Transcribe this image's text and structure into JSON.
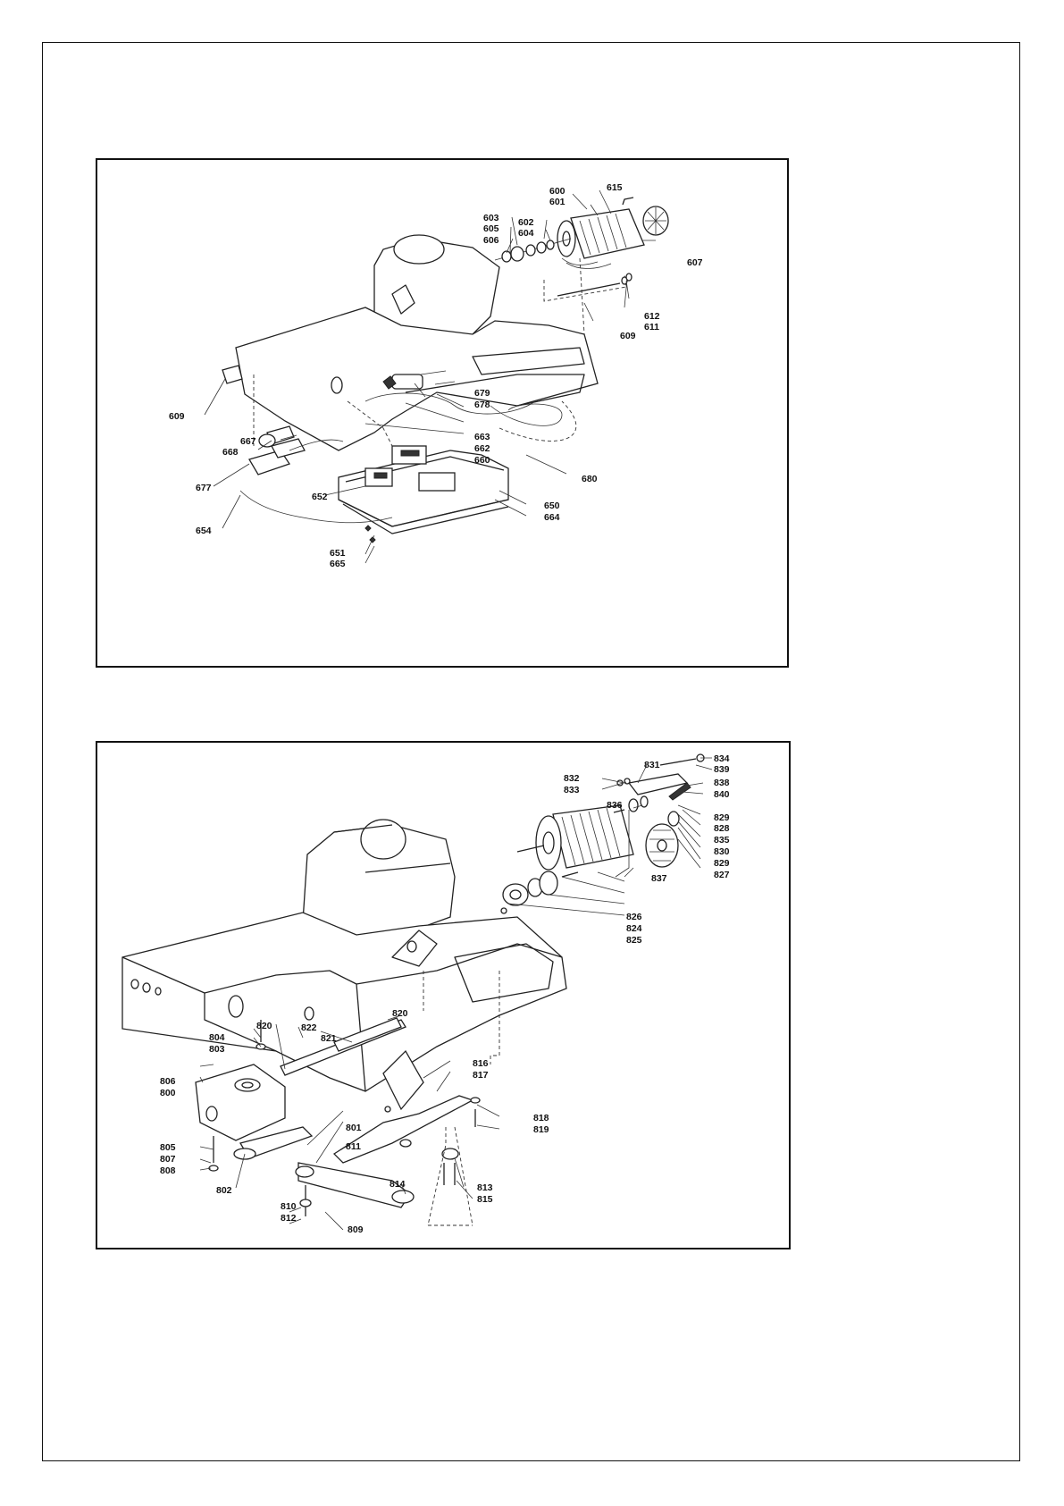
{
  "top_diagram": {
    "labels": [
      "600",
      "615",
      "601",
      "603",
      "605",
      "606",
      "602",
      "604",
      "607",
      "612",
      "611",
      "609",
      "679",
      "678",
      "663",
      "662",
      "660",
      "680",
      "609",
      "667",
      "668",
      "677",
      "652",
      "650",
      "664",
      "654",
      "651",
      "665"
    ]
  },
  "bottom_diagram": {
    "labels": [
      "834",
      "839",
      "831",
      "832",
      "833",
      "838",
      "840",
      "836",
      "829",
      "828",
      "835",
      "830",
      "829",
      "827",
      "837",
      "826",
      "824",
      "825",
      "820",
      "822",
      "821",
      "820",
      "804",
      "803",
      "806",
      "800",
      "816",
      "817",
      "818",
      "819",
      "805",
      "807",
      "808",
      "801",
      "811",
      "802",
      "814",
      "813",
      "815",
      "810",
      "812",
      "809"
    ]
  }
}
